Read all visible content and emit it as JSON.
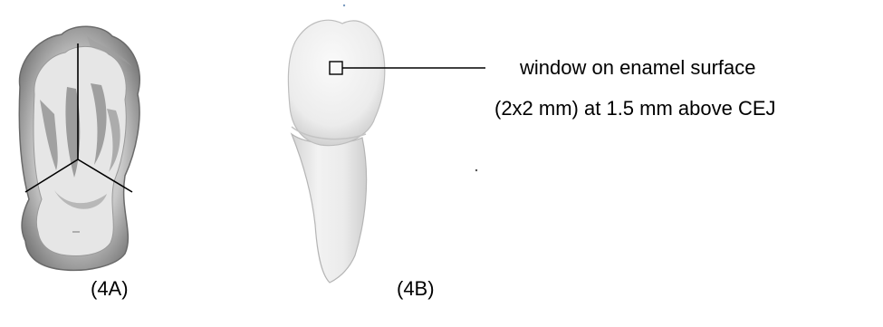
{
  "figure": {
    "annotation_line1": "window on enamel surface",
    "annotation_line2": "(2x2 mm) at 1.5 mm above CEJ",
    "caption_a": "(4A)",
    "caption_b": "(4B)"
  }
}
